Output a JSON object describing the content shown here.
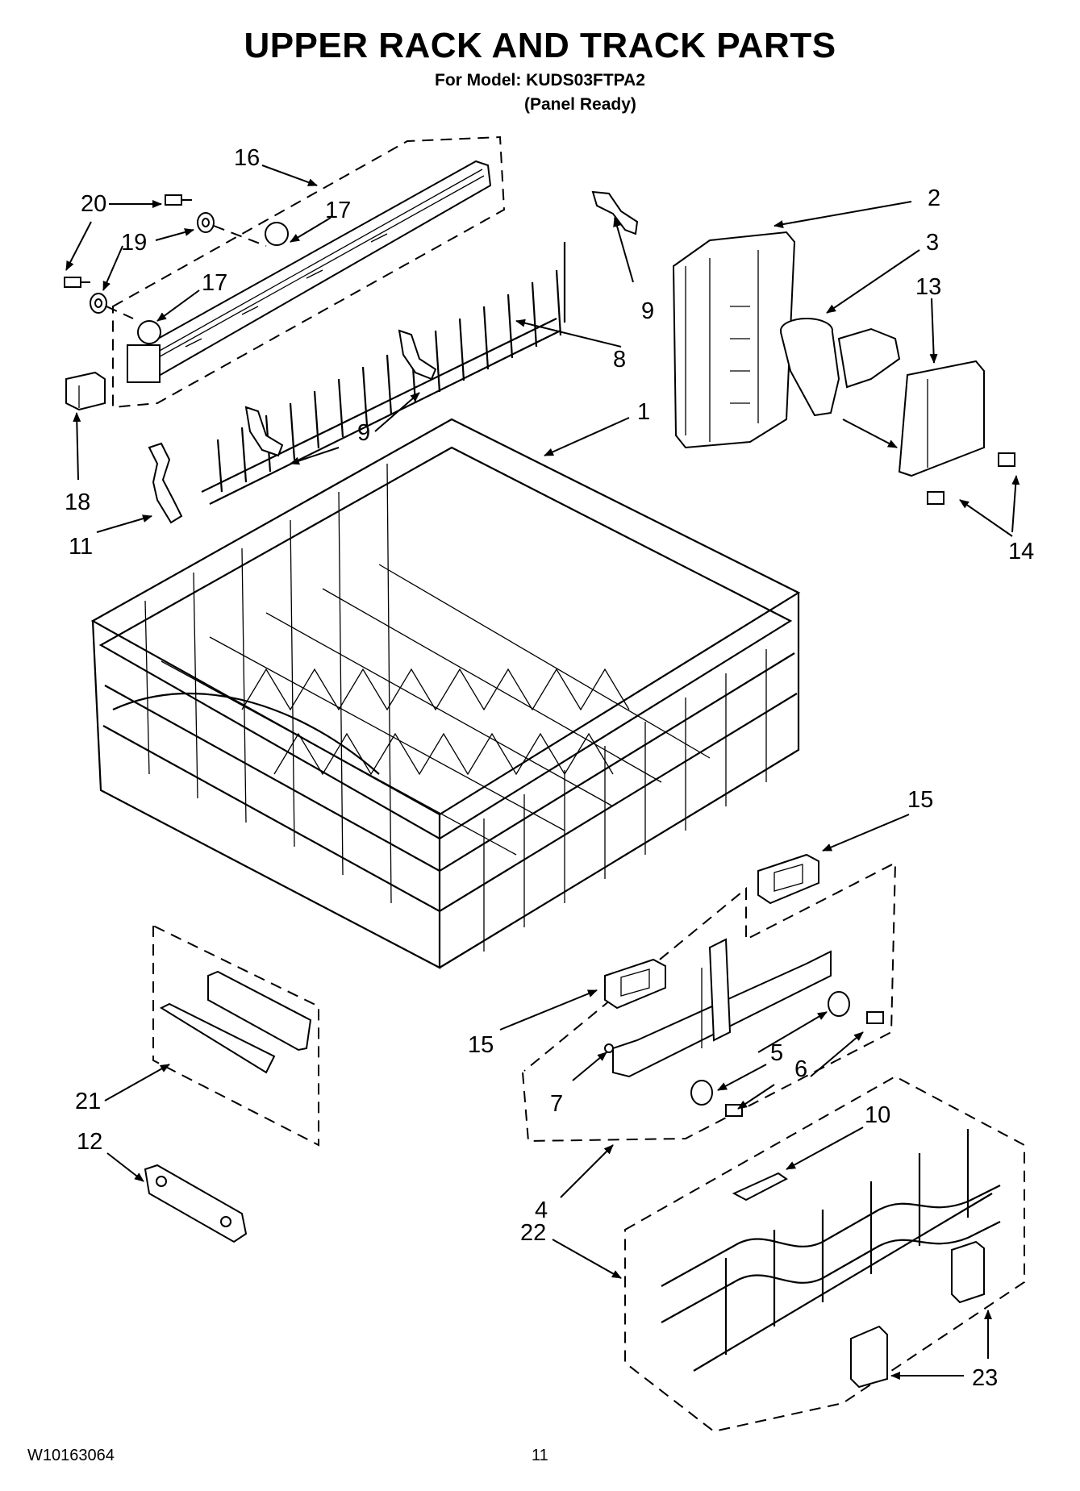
{
  "header": {
    "title": "UPPER RACK AND TRACK PARTS",
    "model_line": "For Model: KUDS03FTPA2",
    "panel_line": "(Panel Ready)"
  },
  "callouts": {
    "c1": "1",
    "c2": "2",
    "c3": "3",
    "c4": "4",
    "c5": "5",
    "c6": "6",
    "c7": "7",
    "c8": "8",
    "c9a": "9",
    "c9b": "9",
    "c10": "10",
    "c11": "11",
    "c12": "12",
    "c13": "13",
    "c14": "14",
    "c15a": "15",
    "c15b": "15",
    "c16": "16",
    "c17a": "17",
    "c17b": "17",
    "c18": "18",
    "c19": "19",
    "c20": "20",
    "c21": "21",
    "c22": "22",
    "c23": "23"
  },
  "footer": {
    "doc_number": "W10163064",
    "page_number": "11"
  }
}
